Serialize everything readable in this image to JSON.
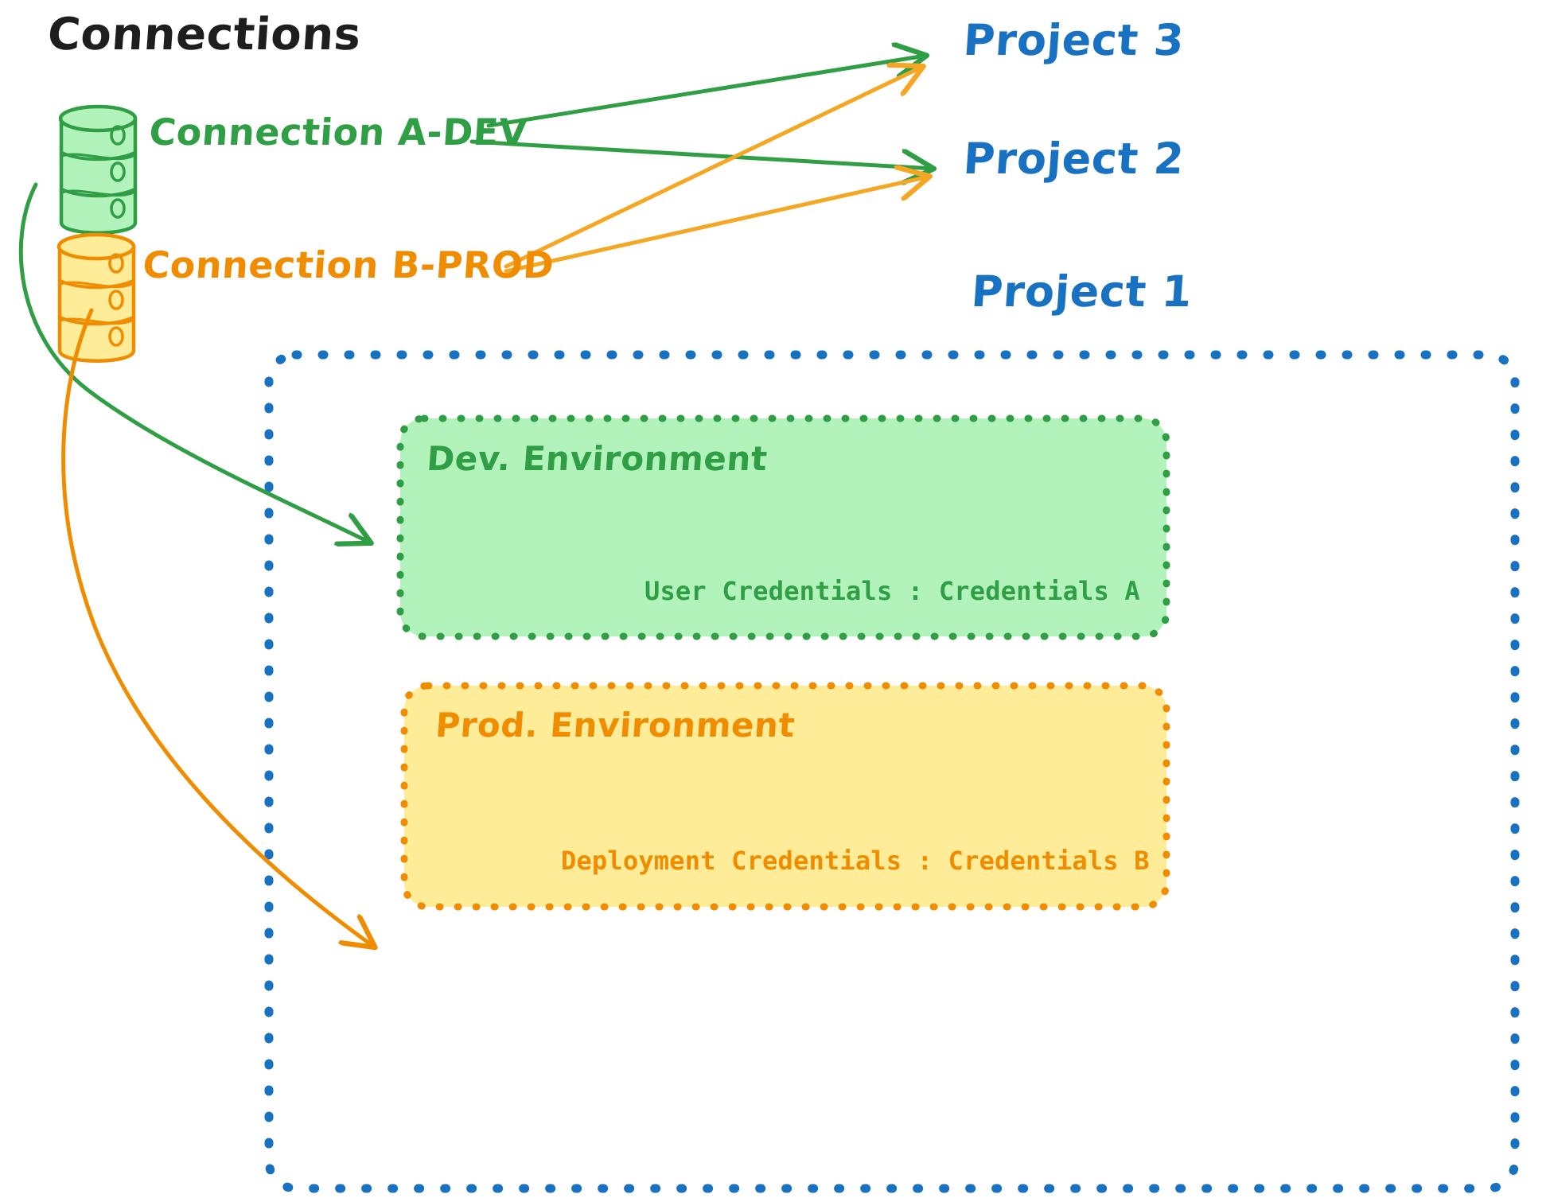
{
  "diagram": {
    "title": "Connections",
    "background": "#ffffff",
    "colors": {
      "green_stroke": "#2f9e44",
      "green_fill": "#b2f2bb",
      "orange_stroke": "#f08c00",
      "orange_fill": "#ffec99",
      "blue": "#1971c2",
      "black": "#1e1e1e"
    }
  },
  "connections": {
    "heading": "Connections",
    "items": [
      {
        "id": "connection-a-dev",
        "label": "Connection A-DEV",
        "color": "#2f9e44",
        "icon": "database-icon"
      },
      {
        "id": "connection-b-prod",
        "label": "Connection B-PROD",
        "color": "#f08c00",
        "icon": "database-icon"
      }
    ]
  },
  "projects": [
    {
      "id": "project-3",
      "label": "Project 3",
      "color": "#1971c2"
    },
    {
      "id": "project-2",
      "label": "Project 2",
      "color": "#1971c2"
    },
    {
      "id": "project-1",
      "label": "Project 1",
      "color": "#1971c2"
    }
  ],
  "project_1_container": {
    "label": "Project 1",
    "border_style": "dotted",
    "border_color": "#1971c2",
    "environments": [
      {
        "id": "dev-environment",
        "title": "Dev. Environment",
        "credentials_label": "User Credentials : Credentials A",
        "fill": "#b2f2bb",
        "border_color": "#2f9e44"
      },
      {
        "id": "prod-environment",
        "title": "Prod. Environment",
        "credentials_label": "Deployment Credentials : Credentials B",
        "fill": "#ffec99",
        "border_color": "#f08c00"
      }
    ]
  },
  "edges": [
    {
      "id": "edge-a-dev-to-project-3",
      "from": "connection-a-dev",
      "to": "project-3",
      "color": "#2f9e44"
    },
    {
      "id": "edge-a-dev-to-project-2",
      "from": "connection-a-dev",
      "to": "project-2",
      "color": "#2f9e44"
    },
    {
      "id": "edge-a-dev-to-dev-environment",
      "from": "connection-a-dev",
      "to": "dev-environment",
      "color": "#2f9e44"
    },
    {
      "id": "edge-b-prod-to-project-3",
      "from": "connection-b-prod",
      "to": "project-3",
      "color": "#f08c00"
    },
    {
      "id": "edge-b-prod-to-project-2",
      "from": "connection-b-prod",
      "to": "project-2",
      "color": "#f08c00"
    },
    {
      "id": "edge-b-prod-to-prod-environment",
      "from": "connection-b-prod",
      "to": "prod-environment",
      "color": "#f08c00"
    }
  ]
}
